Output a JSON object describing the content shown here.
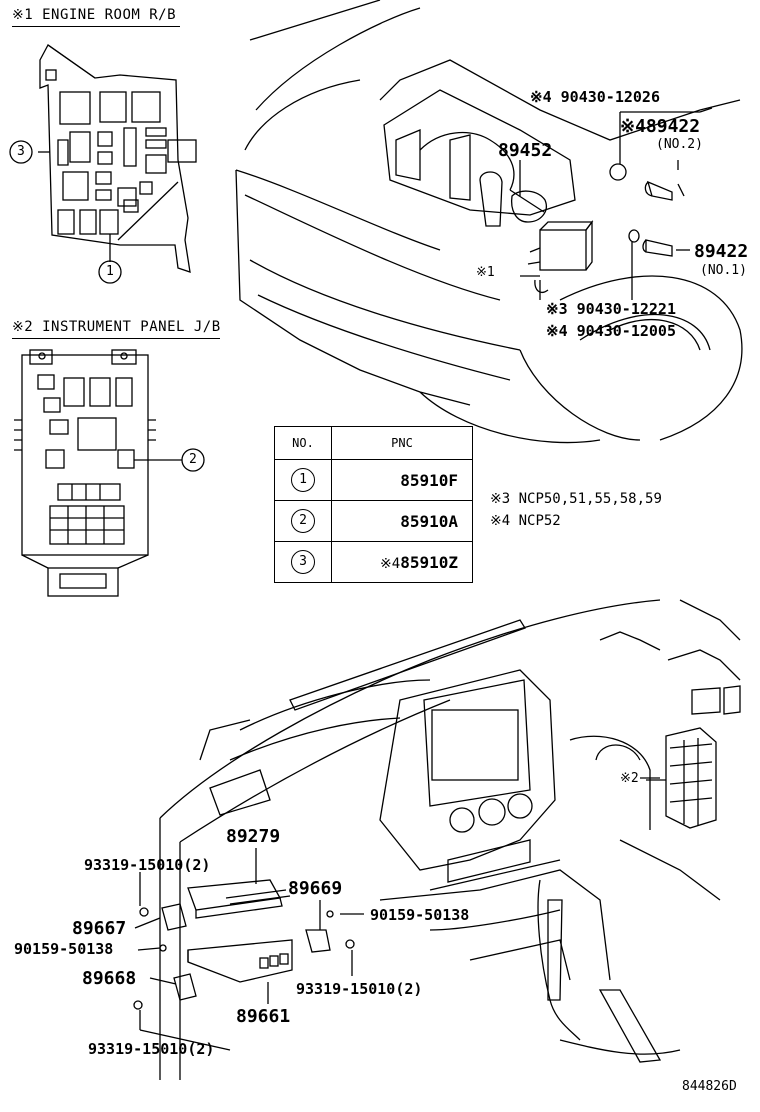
{
  "headers": {
    "engine_room": "※1 ENGINE ROOM R/B",
    "instrument_panel": "※2 INSTRUMENT PANEL J/B"
  },
  "callouts": {
    "c1": "1",
    "c2": "2",
    "c3": "3"
  },
  "engine_labels": {
    "p90430_12026": "※4 90430-12026",
    "p89422_top": "※489422",
    "no2": "(NO.2)",
    "p89452": "89452",
    "p89422_mid": "89422",
    "no1": "(NO.1)",
    "note1": "※1",
    "p90430_12221": "※3 90430-12221",
    "p90430_12005": "※4 90430-12005"
  },
  "table": {
    "header_no": "NO.",
    "header_pnc": "PNC",
    "rows": [
      {
        "no": "1",
        "prefix": "",
        "pnc": "85910F"
      },
      {
        "no": "2",
        "prefix": "",
        "pnc": "85910A"
      },
      {
        "no": "3",
        "prefix": "※4",
        "pnc": "85910Z"
      }
    ]
  },
  "notes": {
    "n3": "※3 NCP50,51,55,58,59",
    "n4": "※4 NCP52"
  },
  "dash_labels": {
    "p89279": "89279",
    "p93319_top": "93319-15010(2)",
    "p89669": "89669",
    "p89667": "89667",
    "p90159_right": "90159-50138",
    "p90159_left": "90159-50138",
    "p89668": "89668",
    "p93319_right": "93319-15010(2)",
    "p89661": "89661",
    "p93319_bottom": "93319-15010(2)",
    "jb2": "※2"
  },
  "drawing_code": "844826D"
}
